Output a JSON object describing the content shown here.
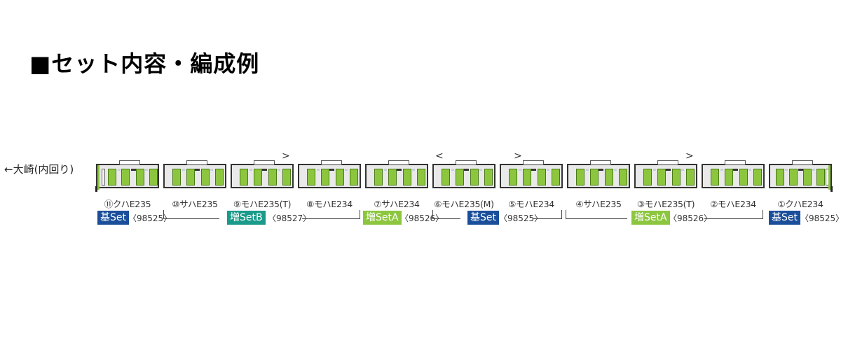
{
  "title": "■セット内容・編成例",
  "direction_label": "←大崎(内回り)",
  "colors": {
    "car_green": "#8cc63e",
    "kihon_set": "#1a4e9a",
    "zou_set_b": "#1a9a8a",
    "zou_set_a": "#8cc63e"
  },
  "cars": [
    {
      "label": "⑪クハE235",
      "cab": "left",
      "panto": ""
    },
    {
      "label": "⑩サハE235",
      "cab": "",
      "panto": ""
    },
    {
      "label": "⑨モハE235(T)",
      "cab": "",
      "panto": ">"
    },
    {
      "label": "⑧モハE234",
      "cab": "",
      "panto": ""
    },
    {
      "label": "⑦サハE234",
      "cab": "",
      "panto": ""
    },
    {
      "label": "⑥モハE235(M)",
      "cab": "",
      "panto": "< >"
    },
    {
      "label": "⑤モハE234",
      "cab": "",
      "panto": ""
    },
    {
      "label": "④サハE235",
      "cab": "",
      "panto": ""
    },
    {
      "label": "③モハE235(T)",
      "cab": "",
      "panto": ">"
    },
    {
      "label": "②モハE234",
      "cab": "",
      "panto": ""
    },
    {
      "label": "①クハE234",
      "cab": "right",
      "panto": ""
    }
  ],
  "sets": [
    {
      "badge": "基Set",
      "code": "〈98525〉",
      "type": "kihon"
    },
    {
      "badge": "増SetB",
      "code": "〈98527〉",
      "type": "zouB"
    },
    {
      "badge": "増SetA",
      "code": "〈98526〉",
      "type": "zouA"
    },
    {
      "badge": "基Set",
      "code": "〈98525〉",
      "type": "kihon"
    },
    {
      "badge": "増SetA",
      "code": "〈98526〉",
      "type": "zouA"
    },
    {
      "badge": "基Set",
      "code": "〈98525〉",
      "type": "kihon"
    }
  ]
}
